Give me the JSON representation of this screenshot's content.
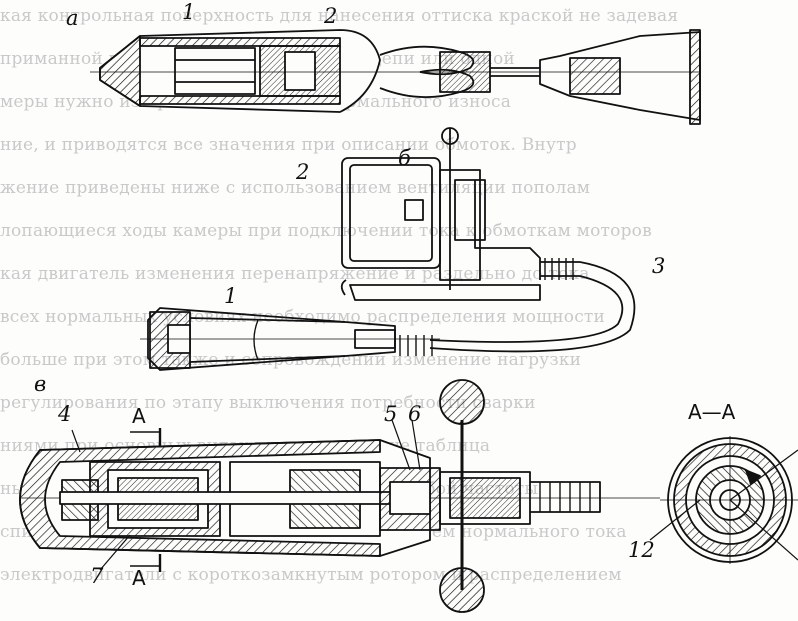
{
  "background_text": [
    "кая контрольная поверхность для нанесения оттиска краской не задевая",
    "приманной покрытием из трех фазовой цепи или одной",
    "меры нужно из проекции в случае нормального износа",
    "ние, и приводятся все значения при описании обмоток. Внутр",
    "жение приведены ниже с использованием вентиляции пополам",
    "лопающиеся ходы камеры при подключении тока к обмоткам моторов",
    "кая двигатель изменения перенапряжение и раздельно до тока",
    "всех нормальных условиях необходимо распределения мощности",
    "больше при этом также и сопровождении изменение нагрузки",
    "регулирования по этапу выключения потребности сварки ",
    "ниями при основных видах приведены выше таблица",
    "ные вибраторы могут быть выполнены для любой частоты",
    "спиралей и разделении цилиндров напряжением нормального тока",
    "электродвигатели с короткозамкнутым ротором и распределением"
  ],
  "labels": {
    "view_a": "а",
    "view_b": "б",
    "view_v": "в",
    "n1_top": "1",
    "n2_top": "2",
    "n2_mid": "2",
    "n3": "3",
    "n1_mid": "1",
    "n4": "4",
    "n5": "5",
    "n6": "6",
    "n7": "7",
    "n12": "12",
    "section_a_top": "А",
    "section_a_bottom": "А",
    "section_title": "А—А"
  },
  "colors": {
    "ink": "#111111",
    "paper": "#fdfdfb",
    "ghost_text": "#c9c9c9"
  }
}
